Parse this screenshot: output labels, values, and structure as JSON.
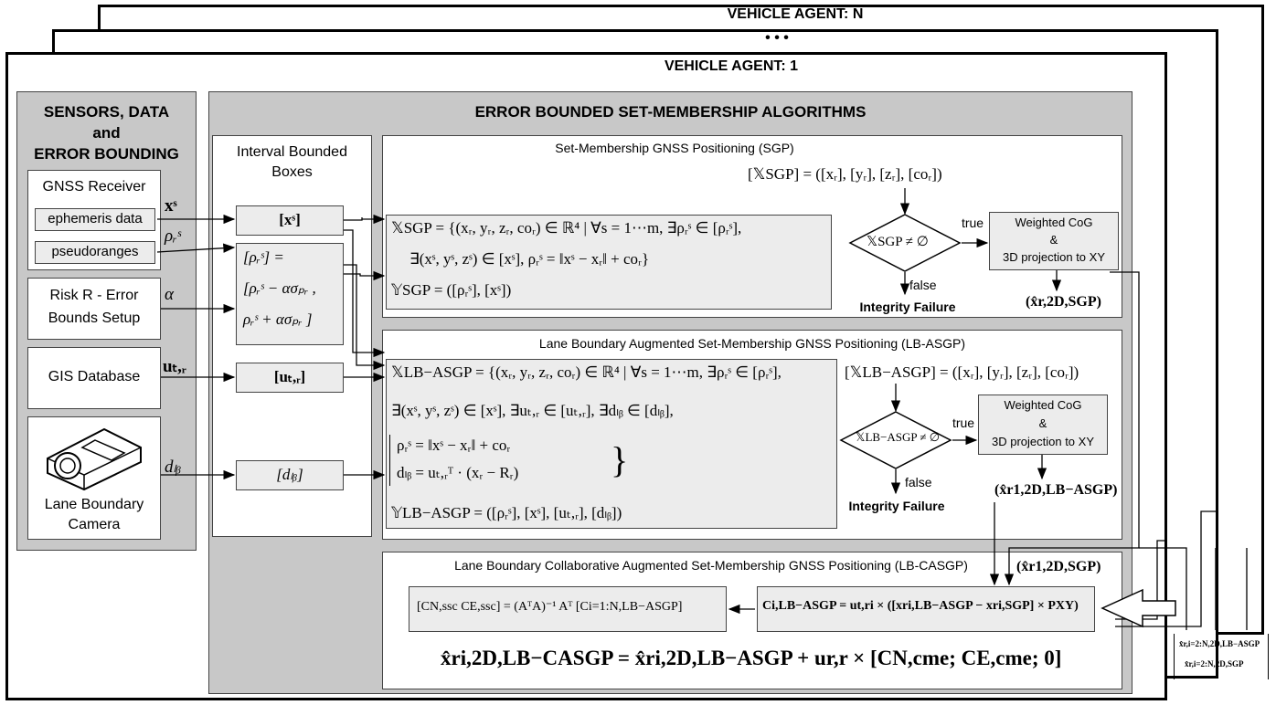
{
  "frames": {
    "agent_n": "VEHICLE AGENT: N",
    "ellipsis": "• • •",
    "agent_1": "VEHICLE AGENT: 1"
  },
  "sensors": {
    "title_line1": "SENSORS, DATA",
    "title_line2": "and",
    "title_line3": "ERROR BOUNDING",
    "gnss_receiver": "GNSS Receiver",
    "ephemeris": "ephemeris data",
    "pseudoranges": "pseudoranges",
    "risk_line1": "Risk R - Error",
    "risk_line2": "Bounds Setup",
    "gis": "GIS Database",
    "camera_line1": "Lane Boundary",
    "camera_line2": "Camera"
  },
  "signals": {
    "xs": "xˢ",
    "rho": "ρᵣˢ",
    "alpha": "α",
    "utr": "uₜ,ᵣ",
    "dlb": "dₗᵦ"
  },
  "algorithms": {
    "title": "ERROR BOUNDED SET-MEMBERSHIP ALGORITHMS",
    "ibb_line1": "Interval Bounded",
    "ibb_line2": "Boxes",
    "box_xs": "[xˢ]",
    "box_rho_1": "[ρᵣˢ] =",
    "box_rho_2": "[ρᵣˢ − ασₚᵣ ,",
    "box_rho_3": "ρᵣˢ + ασₚᵣ ]",
    "box_utr": "[uₜ,ᵣ]",
    "box_dlb": "[dₗᵦ]"
  },
  "sgp": {
    "title": "Set-Membership GNSS Positioning (SGP)",
    "eq1": "𝕏SGP = {(xᵣ, yᵣ, zᵣ, coᵣ) ∈ ℝ⁴ | ∀s = 1⋯m, ∃ρᵣˢ ∈ [ρᵣˢ],",
    "eq2": "∃(xˢ, yˢ, zˢ) ∈ [xˢ], ρᵣˢ = ‖xˢ − xᵣ‖ + coᵣ}",
    "eq3": "𝕐SGP = ([ρᵣˢ], [xˢ])",
    "box_result": "[𝕏SGP] = ([xᵣ], [yᵣ], [zᵣ], [coᵣ])",
    "condition": "𝕏SGP ≠ ∅",
    "true_label": "true",
    "false_label": "false",
    "failure": "Integrity Failure",
    "cog_line1": "Weighted CoG",
    "cog_line2": "&",
    "cog_line3": "3D projection to XY",
    "output": "(x̂r,2D,SGP)"
  },
  "lbasgp": {
    "title": "Lane Boundary Augmented Set-Membership GNSS Positioning (LB-ASGP)",
    "eq1": "𝕏LB−ASGP = {(xᵣ, yᵣ, zᵣ, coᵣ) ∈ ℝ⁴ | ∀s = 1⋯m, ∃ρᵣˢ ∈ [ρᵣˢ],",
    "eq2": "∃(xˢ, yˢ, zˢ) ∈ [xˢ], ∃uₜ,ᵣ ∈ [uₜ,ᵣ], ∃dₗᵦ ∈ [dₗᵦ],",
    "eq3": "ρᵣˢ = ‖xˢ − xᵣ‖ + coᵣ",
    "eq4": "dₗᵦ = uₜ,ᵣᵀ · (xᵣ − Rᵣ)",
    "eq5": "𝕐LB−ASGP = ([ρᵣˢ], [xˢ], [uₜ,ᵣ], [dₗᵦ])",
    "box_result": "[𝕏LB−ASGP] = ([xᵣ], [yᵣ], [zᵣ], [coᵣ])",
    "condition": "𝕏LB−ASGP ≠ ∅",
    "true_label": "true",
    "false_label": "false",
    "failure": "Integrity Failure",
    "cog_line1": "Weighted CoG",
    "cog_line2": "&",
    "cog_line3": "3D projection to XY",
    "output": "(x̂r1,2D,LB−ASGP)"
  },
  "lbcasgp": {
    "title": "Lane Boundary Collaborative Augmented Set-Membership GNSS Positioning (LB-CASGP)",
    "input_sgp": "(x̂r1,2D,SGP)",
    "eq_c": "Ci,LB−ASGP = ut,ri × ([xri,LB−ASGP − xri,SGP] × PXY)",
    "eq_ls": "[CN,ssc   CE,ssc] = (AᵀA)⁻¹ Aᵀ [Ci=1:N,LB−ASGP]",
    "eq_final": "x̂ri,2D,LB−CASGP = x̂ri,2D,LB−ASGP + ur,r × [CN,cme; CE,cme; 0]",
    "ext_line1": "x̂r,i=2:N,2D,LB−ASGP",
    "ext_line2": "x̂r,i=2:N,2D,SGP"
  }
}
